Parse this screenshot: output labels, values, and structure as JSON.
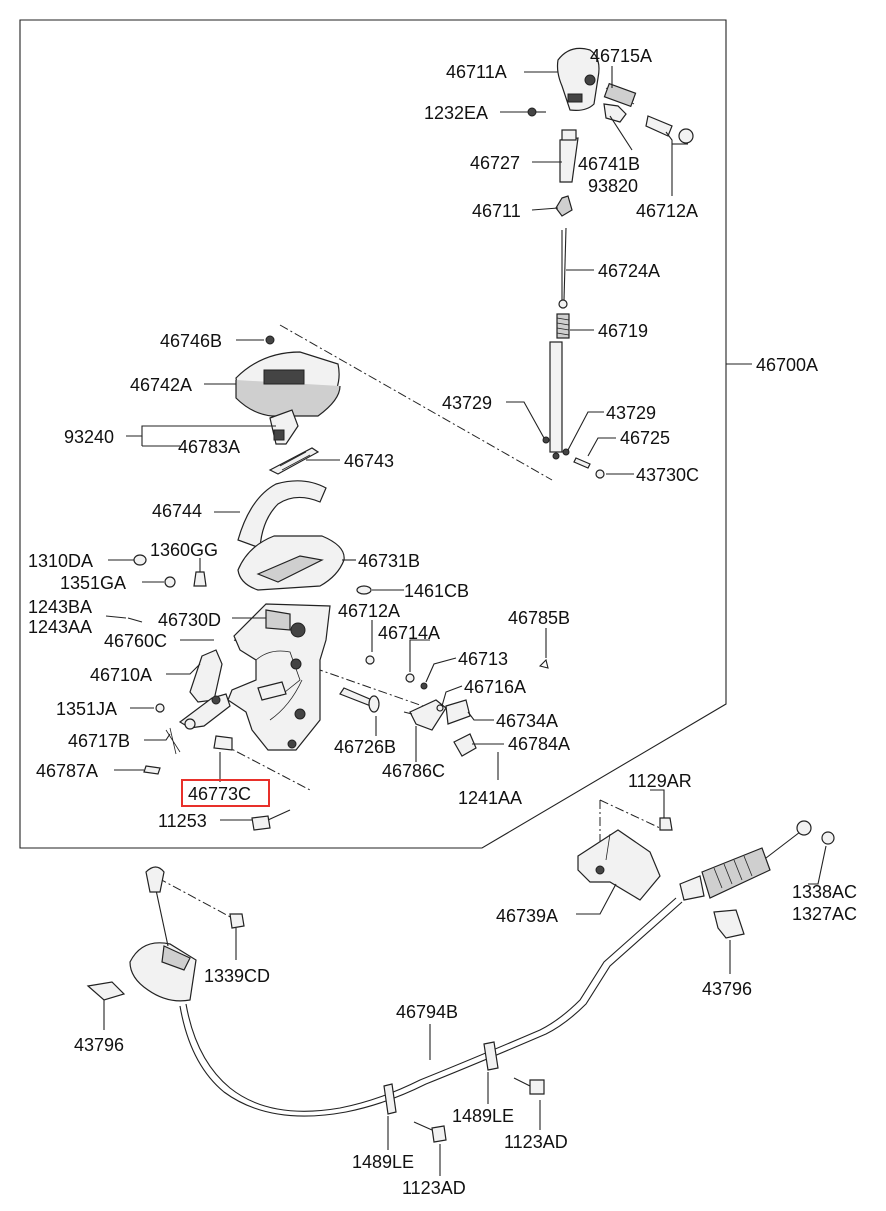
{
  "labels": {
    "46711A": "46711A",
    "46715A": "46715A",
    "1232EA": "1232EA",
    "46727": "46727",
    "46741B": "46741B",
    "93820": "93820",
    "46712A_top": "46712A",
    "46711": "46711",
    "46724A": "46724A",
    "46719": "46719",
    "46700A": "46700A",
    "46746B": "46746B",
    "46742A": "46742A",
    "43729_left": "43729",
    "43729_right": "43729",
    "46725": "46725",
    "93240": "93240",
    "46783A": "46783A",
    "46743": "46743",
    "43730C": "43730C",
    "46744": "46744",
    "1310DA": "1310DA",
    "1360GG": "1360GG",
    "46731B": "46731B",
    "1351GA": "1351GA",
    "1461CB": "1461CB",
    "1243BA": "1243BA",
    "1243AA": "1243AA",
    "46730D": "46730D",
    "46712A_mid": "46712A",
    "46785B": "46785B",
    "46760C": "46760C",
    "46714A": "46714A",
    "46713": "46713",
    "46710A": "46710A",
    "46716A": "46716A",
    "1351JA": "1351JA",
    "46734A": "46734A",
    "46717B": "46717B",
    "46726B": "46726B",
    "46784A": "46784A",
    "46787A": "46787A",
    "46786C": "46786C",
    "46773C": "46773C",
    "1241AA": "1241AA",
    "1129AR": "1129AR",
    "11253": "11253",
    "1338AC": "1338AC",
    "1327AC": "1327AC",
    "46739A": "46739A",
    "1339CD": "1339CD",
    "43796_right": "43796",
    "43796_left": "43796",
    "46794B": "46794B",
    "1489LE_right": "1489LE",
    "1123AD_right": "1123AD",
    "1489LE_left": "1489LE",
    "1123AD_left": "1123AD"
  },
  "highlight": {
    "part": "46773C",
    "color": "#e8302a"
  }
}
